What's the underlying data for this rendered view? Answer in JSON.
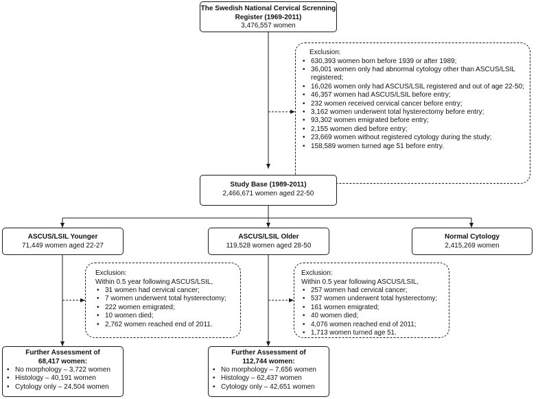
{
  "top": {
    "title_line1": "The Swedish National Cervical Screnning",
    "title_line2": "Register (1969-2011)",
    "count": "3,476,557 women"
  },
  "exclusion1": {
    "heading": "Exclusion:",
    "items": [
      "630,393 women born before 1939 or after 1989;",
      "36,001 women only had abnormal cytology other than ASCUS/LSIL registered;",
      "16,026 women only had ASCUS/LSIL registered and out of age 22-50;",
      "46,357 women had ASCUS/LSIL before  entry;",
      "232 women received cervical cancer before entry;",
      "3,162 women underwent total hysterectomy before entry;",
      "93,302 women emigrated before entry;",
      "2,155 women died before entry;",
      "23,669 women without registered cytology during the study;",
      "158,589 women turned age 51 before entry."
    ]
  },
  "study_base": {
    "title": "Study Base (1989-2011)",
    "subtitle": "2,466,671 women aged 22-50"
  },
  "younger": {
    "title": "ASCUS/LSIL Younger",
    "subtitle": "71,449 women aged 22-27"
  },
  "older": {
    "title": "ASCUS/LSIL Older",
    "subtitle": "119,528 women aged 28-50"
  },
  "normal": {
    "title": "Normal Cytology",
    "subtitle": "2,415,269 women"
  },
  "exclusion_younger": {
    "heading": "Exclusion:",
    "intro": "Within 0.5 year following ASCUS/LSIL,",
    "items": [
      "31 women had cervical cancer;",
      "7 women underwent total hysterectomy;",
      "222 women emigrated;",
      "10 women died;",
      "2,762 women reached end of 2011."
    ]
  },
  "exclusion_older": {
    "heading": "Exclusion:",
    "intro": "Within 0.5 year following ASCUS/LSIL,",
    "items": [
      "257 women had cervical cancer;",
      "537 women underwent total hysterectomy;",
      "161 women emigrated;",
      "40 women died;",
      "4,076 women reached end of 2011;",
      "1,713 women turned age 51."
    ]
  },
  "assess_younger": {
    "title_line1": "Further Assessment of",
    "title_line2": "68,417 women:",
    "items": [
      "No morphology – 3,722 women",
      "Histology – 40,191  women",
      "Cytology only – 24,504 women"
    ]
  },
  "assess_older": {
    "title_line1": "Further Assessment of",
    "title_line2": "112,744 women:",
    "items": [
      "No morphology – 7,656 women",
      "Histology – 62,437 women",
      "Cytology only – 42,651 women"
    ]
  }
}
